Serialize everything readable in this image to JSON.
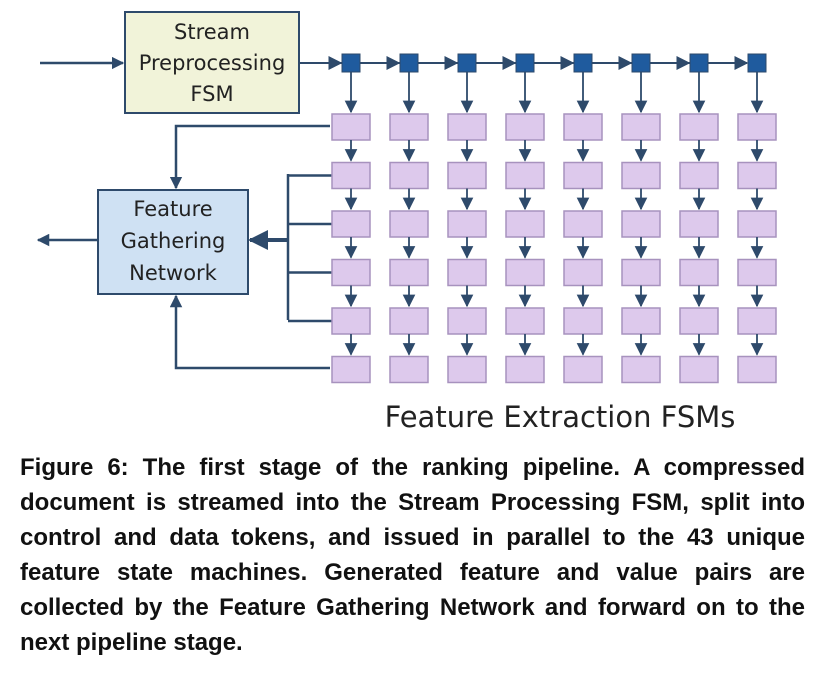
{
  "diagram": {
    "preprocessing_box": {
      "lines": [
        "Stream",
        "Preprocessing",
        "FSM"
      ],
      "fill": "#f1f3d9",
      "stroke": "#2e4a6b"
    },
    "gathering_box": {
      "lines": [
        "Feature",
        "Gathering",
        "Network"
      ],
      "fill": "#cfe1f3",
      "stroke": "#2e4a6b"
    },
    "fsm_array_title": "Feature Extraction FSMs",
    "fsm_grid": {
      "columns": 8,
      "rows": 6
    },
    "colors": {
      "arrow": "#2e4a6b",
      "token_fill": "#1f5b9e",
      "fsm_fill": "#ddc9ec",
      "fsm_stroke": "#a792be"
    }
  },
  "caption": "Figure 6: The first stage of the ranking pipeline. A compressed document is streamed into the Stream Processing FSM, split into control and data tokens, and issued in parallel to the 43 unique feature state machines. Generated feature and value pairs are collected by the Feature Gathering Network and forward on to the next pipeline stage."
}
